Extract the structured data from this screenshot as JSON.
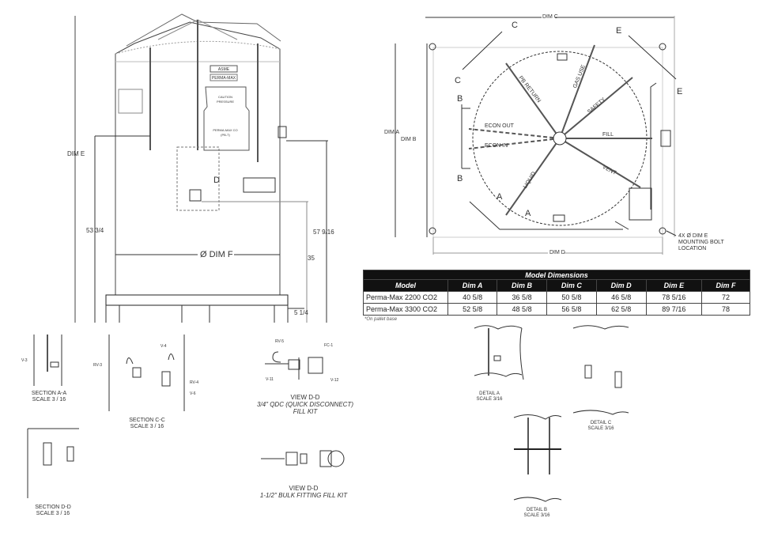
{
  "elevation": {
    "dim_e": "DIM E",
    "dim_53": "53 3/4",
    "dim_57": "57 9/16",
    "dim_35": "35",
    "dim_f": "Ø DIM F",
    "dim_5": "5 1/4",
    "asme": "ASME",
    "perma": "PERMA-MAX",
    "caution1": "CAUTION",
    "caution2": "PRESSURE",
    "product1": "PERMA-MAX CO",
    "product2": "(PB-T)",
    "view_d": "D"
  },
  "plan": {
    "dim_c": "DIM C",
    "dim_a": "DIM A",
    "dim_b": "DIM B",
    "dim_d": "DIM D",
    "sec_c": "C",
    "sec_e": "E",
    "sec_b": "B",
    "sec_a": "A",
    "pb_return": "PB RETURN",
    "gas_use": "GAS USE",
    "safety": "SAFETY",
    "fill": "FILL",
    "vent": "VENT",
    "liquid": "LIQUID",
    "econ_out": "ECON OUT",
    "econ_in": "ECON IN",
    "bolt1": "4X Ø DIM E",
    "bolt2": "MOUNTING BOLT",
    "bolt3": "LOCATION"
  },
  "table": {
    "title": "Model Dimensions",
    "headers": [
      "Model",
      "Dim A",
      "Dim B",
      "Dim C",
      "Dim D",
      "Dim E",
      "Dim F"
    ],
    "rows": [
      [
        "Perma-Max 2200 CO2",
        "40 5/8",
        "36 5/8",
        "50 5/8",
        "46 5/8",
        "78 5/16",
        "72"
      ],
      [
        "Perma-Max 3300 CO2",
        "52 5/8",
        "48 5/8",
        "56 5/8",
        "62 5/8",
        "89 7/16",
        "78"
      ]
    ],
    "footnote": "*On pallet base"
  },
  "views": {
    "sec_aa": [
      "SECTION A-A",
      "SCALE 3 / 16"
    ],
    "sec_cc": [
      "SECTION C-C",
      "SCALE 3 / 16"
    ],
    "sec_dd": [
      "SECTION D-D",
      "SCALE 3 / 16"
    ],
    "view_qdc": [
      "VIEW D-D",
      "3/4\" QDC (QUICK DISCONNECT)",
      "FILL KIT"
    ],
    "view_bulk": [
      "VIEW D-D",
      "1-1/2\" BULK FITTING FILL KIT"
    ],
    "detail_a": [
      "DETAIL A",
      "SCALE 3/16"
    ],
    "detail_c": [
      "DETAIL C",
      "SCALE 3/16"
    ],
    "detail_b": [
      "DETAIL B",
      "SCALE 3/16"
    ],
    "parts": {
      "rv5": "RV-5",
      "fc1": "FC-1",
      "v11": "V-11",
      "v12": "V-12",
      "v3": "V-3",
      "v4": "V-4",
      "v6": "V-6",
      "rv3": "RV-3",
      "rv4": "RV-4"
    }
  }
}
